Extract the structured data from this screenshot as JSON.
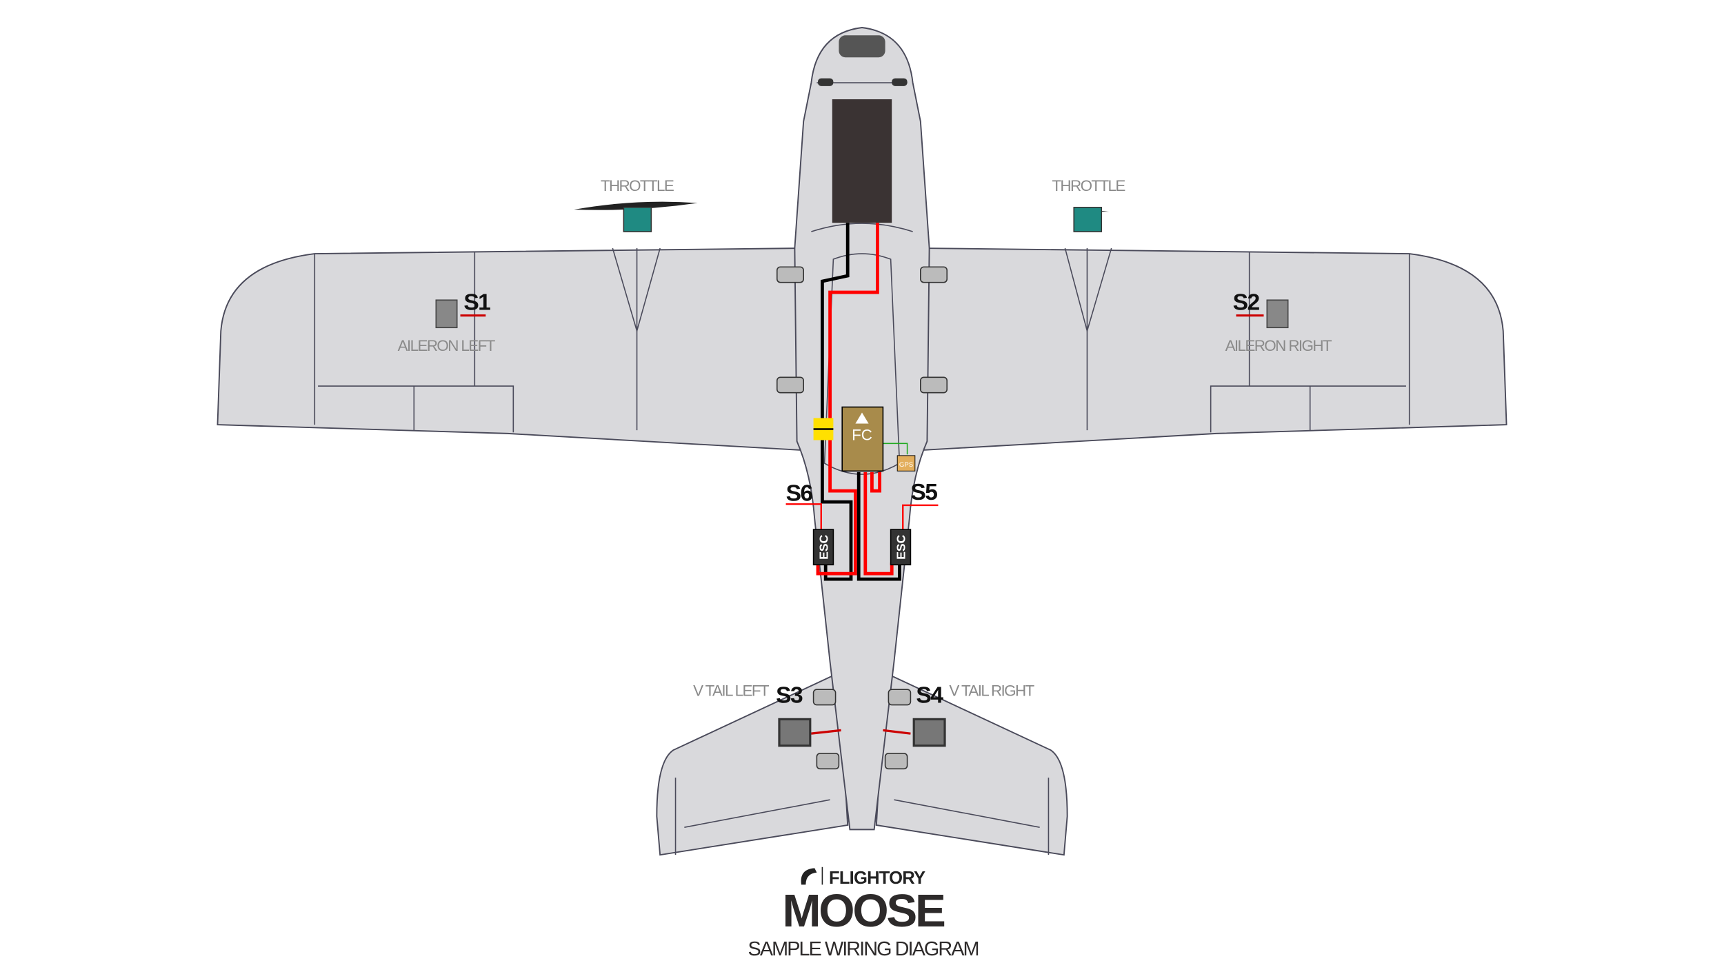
{
  "labels": {
    "throttle_left": "THROTTLE",
    "throttle_right": "THROTTLE",
    "aileron_left": "AILERON LEFT",
    "aileron_right": "AILERON RIGHT",
    "vtail_left": "V TAIL LEFT",
    "vtail_right": "V TAIL RIGHT"
  },
  "servo_ports": {
    "s1": "S1",
    "s2": "S2",
    "s3": "S3",
    "s4": "S4",
    "s5": "S5",
    "s6": "S6"
  },
  "components": {
    "fc": "FC",
    "gps": "GPS",
    "esc_left": "ESC",
    "esc_right": "ESC"
  },
  "footer": {
    "brand": "FLIGHTORY",
    "model": "MOOSE",
    "subtitle": "SAMPLE WIRING DIAGRAM"
  },
  "colors": {
    "airframe": "#d9d9dc",
    "fc": "#a88b4b",
    "motor": "#1f8a82",
    "wire_red": "#ff0000",
    "wire_black": "#000000",
    "connector": "#ffe000",
    "gps": "#e3ae5c",
    "battery": "#3a3333"
  }
}
